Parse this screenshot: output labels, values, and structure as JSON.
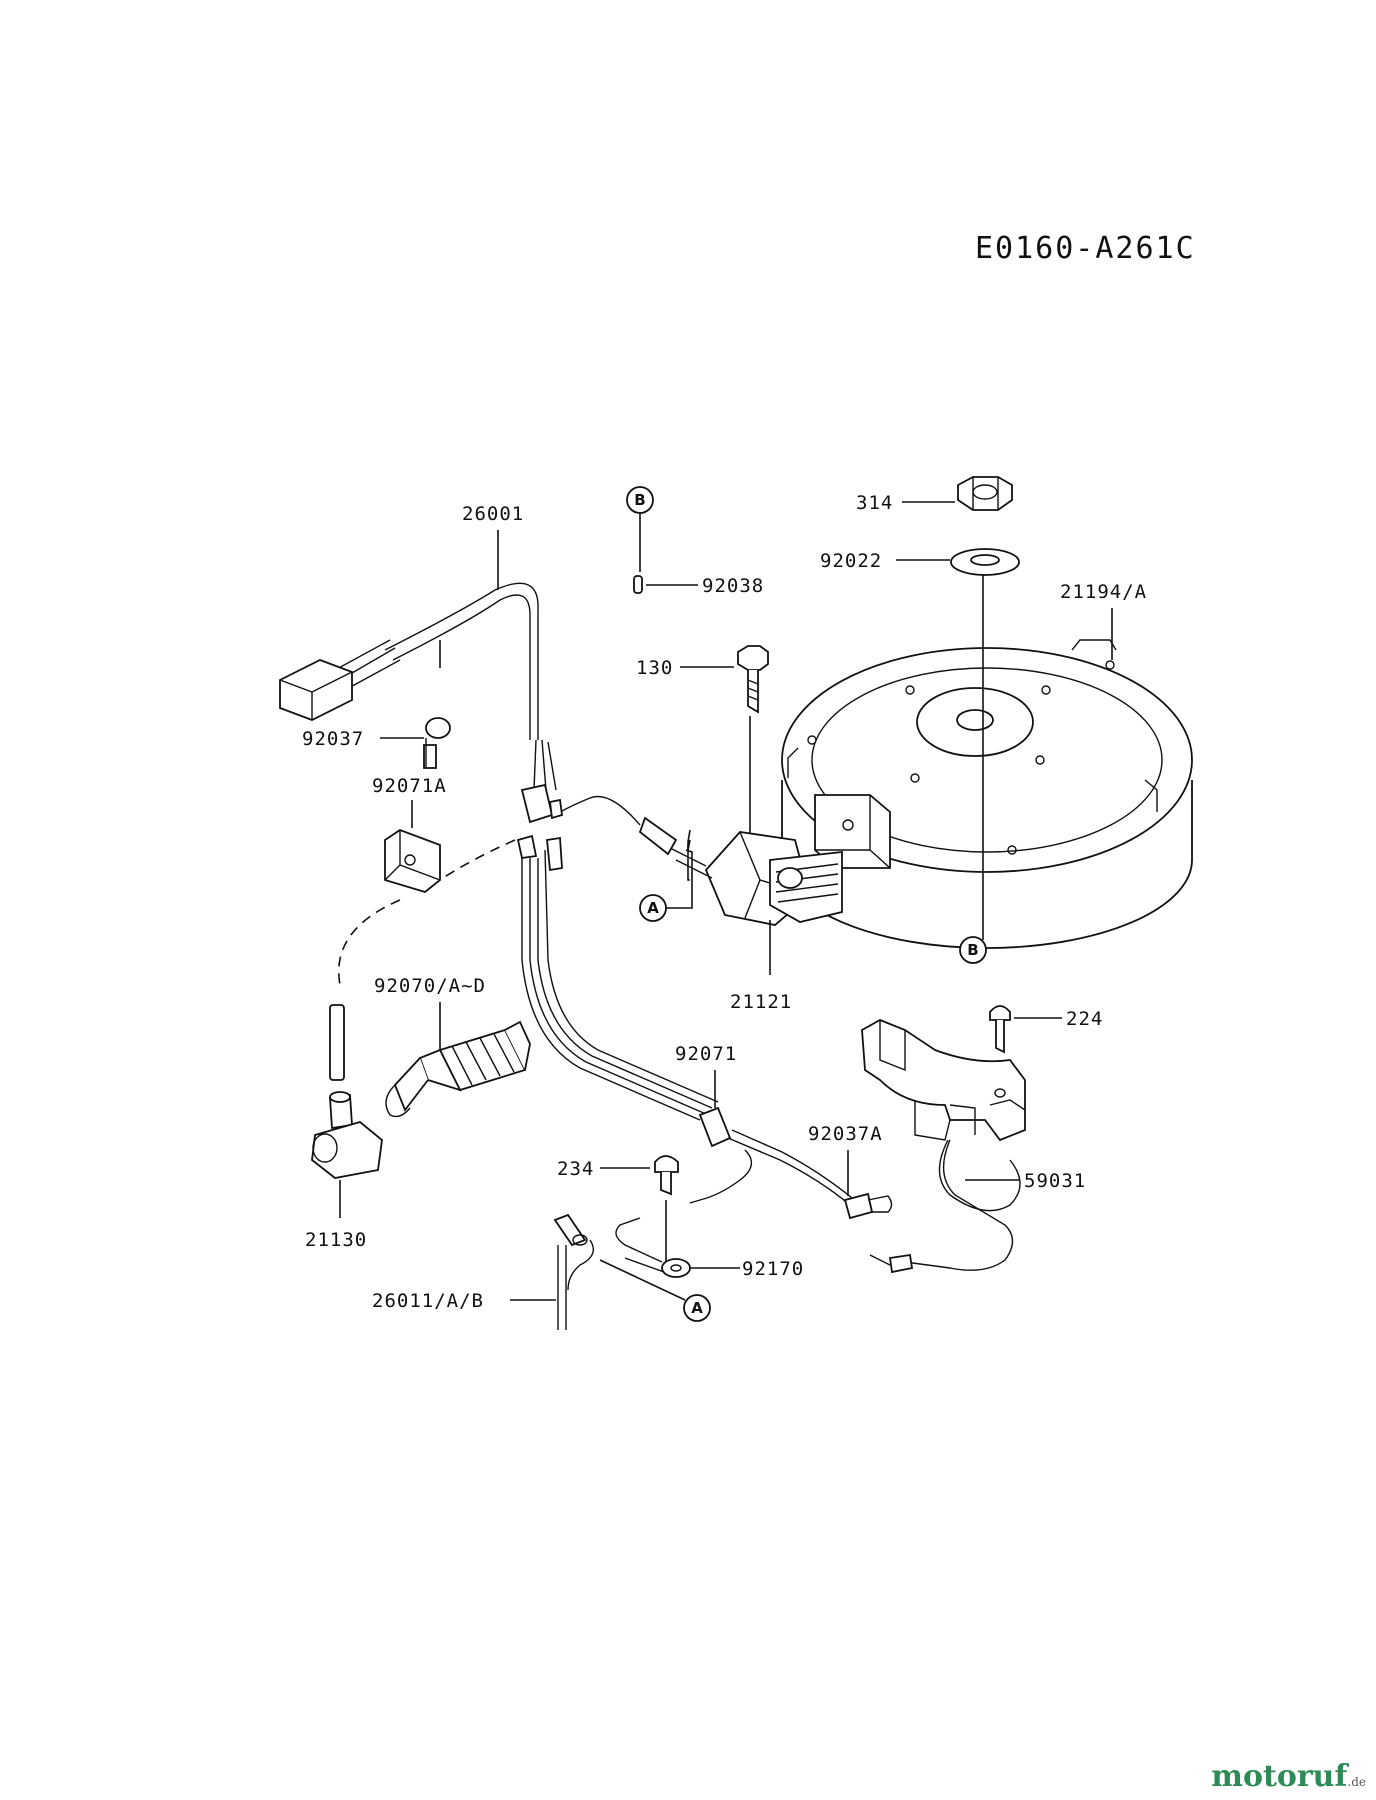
{
  "diagram_code": "E0160-A261C",
  "callouts": {
    "a": "A",
    "b": "B"
  },
  "parts": {
    "p26001": "26001",
    "p92037": "92037",
    "p92071A": "92071A",
    "p92038": "92038",
    "p314": "314",
    "p92022": "92022",
    "p21194A": "21194/A",
    "p130": "130",
    "p21121": "21121",
    "p92070": "92070/A~D",
    "p21130": "21130",
    "p92071": "92071",
    "p224": "224",
    "p92037A": "92037A",
    "p234": "234",
    "p59031": "59031",
    "p92170": "92170",
    "p26011": "26011/A/B"
  },
  "watermark": {
    "brand": "motoruf",
    "tld": ".de",
    "color": "#2e8b57"
  }
}
